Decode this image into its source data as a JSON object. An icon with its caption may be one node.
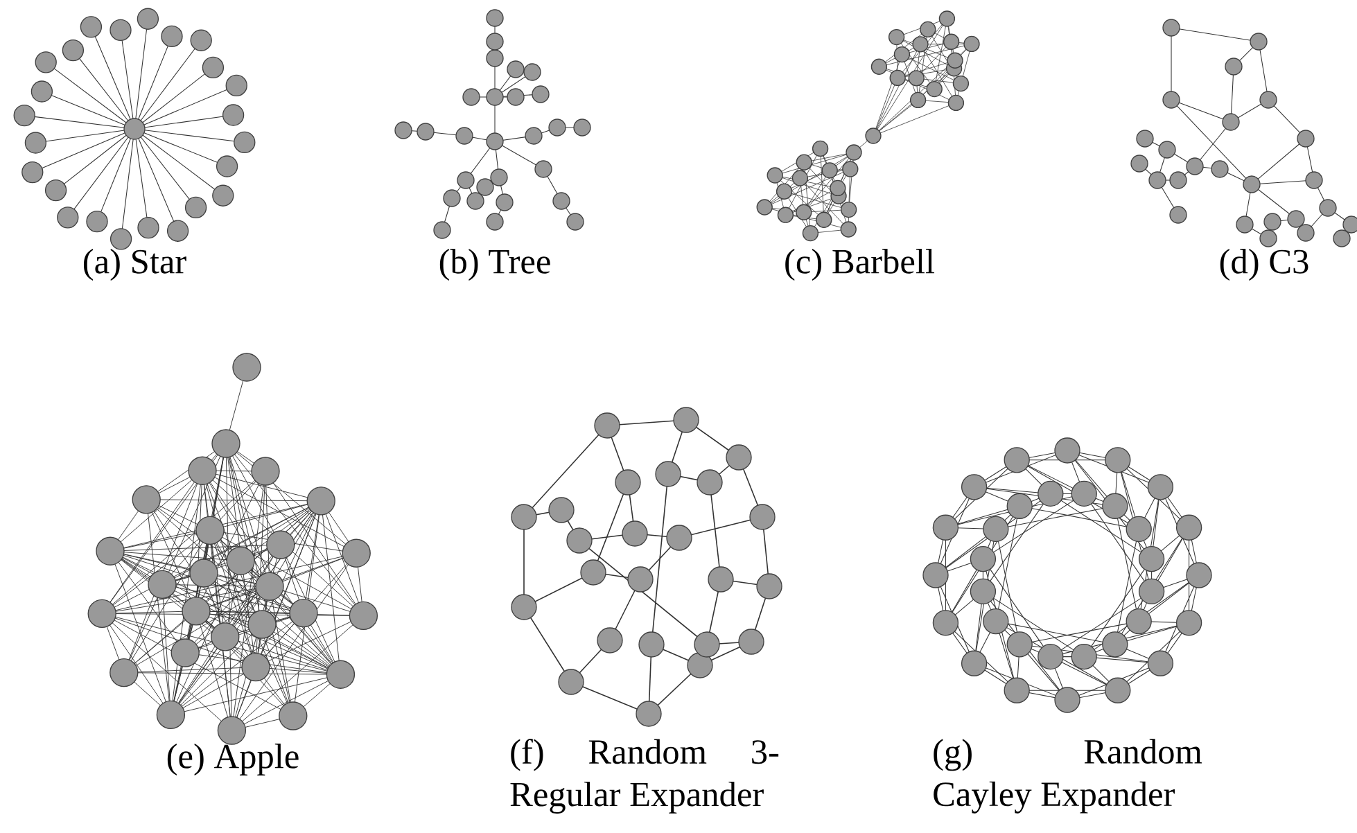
{
  "diagram": {
    "labels": [
      "(a) Star",
      "(b) Tree",
      "(c) Barbell",
      "(d) C3",
      "(e) Apple",
      "(f) Random 3-Regular Expander",
      "(g) Random Cayley Expander"
    ]
  }
}
